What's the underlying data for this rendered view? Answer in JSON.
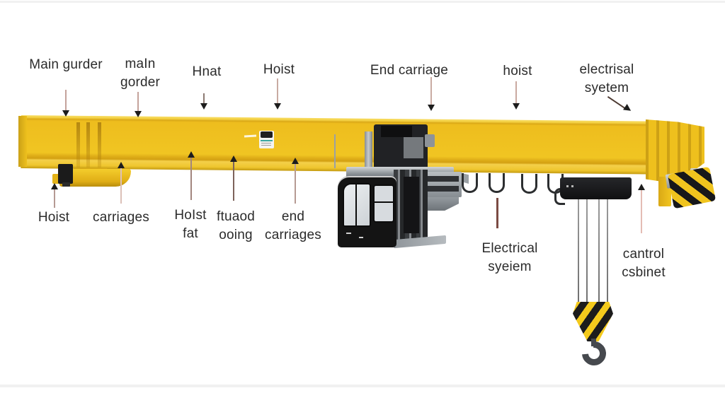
{
  "image_type": "labeled parts diagram of a single-girder overhead bridge crane",
  "labels": {
    "main_girder": "Main gurder",
    "main_gorder_l1": "maIn",
    "main_gorder_l2": "gorder",
    "hnat": "Hnat",
    "hoist_top": "Hoist",
    "end_carriage": "End carriage",
    "hoist_top2": "hoist",
    "electrisal_l1": "electrisal",
    "electrisal_l2": "syetem",
    "hoist_bottom": "Hoist",
    "carriages": "carriages",
    "hoist_fat_l1": "HoIst",
    "hoist_fat_l2": "fat",
    "ftuaod_l1": "ftuaod",
    "ftuaod_l2": "ooing",
    "end_carriages_l1": "end",
    "end_carriages_l2": "carriages",
    "electrical_l1": "Electrical",
    "electrical_l2": "syeiem",
    "control_l1": "cantrol",
    "control_l2": "csbinet"
  },
  "colors": {
    "label_text": "#2b2b2b",
    "arrow_head": "#1d1d1d",
    "arrow_line_pink": "#c4a29b",
    "pointer_maroon": "#7b4b43",
    "girder_yellow": "#f0c522",
    "girder_shadow": "#d8a816",
    "hazard_yellow": "#f2c51d",
    "machinery_black": "#1c1c1c",
    "machinery_grey": "#9ba0a5",
    "hook_grey": "#46494e"
  }
}
